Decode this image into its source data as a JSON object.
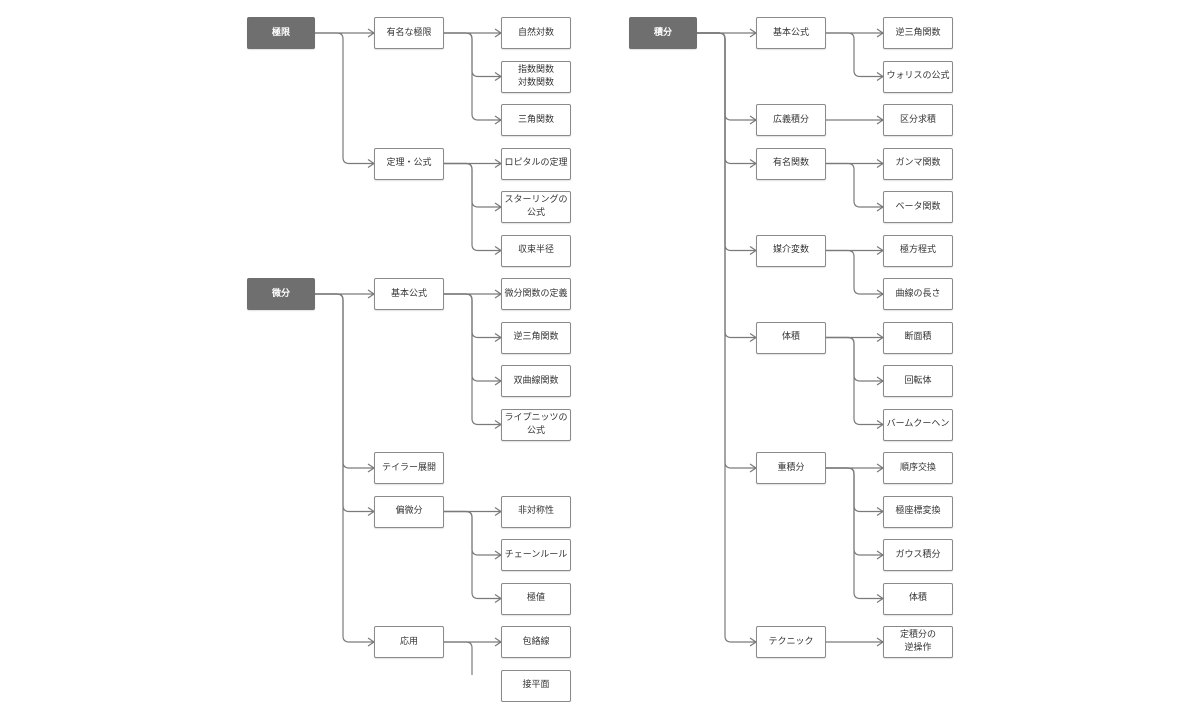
{
  "diagram": {
    "line_color": "#7a7a7a",
    "root_color": "#6f6f6f",
    "trees": [
      {
        "root": "極限",
        "children": [
          {
            "label": "有名な極限",
            "children": [
              "自然対数",
              "指数関数\n対数関数",
              "三角関数"
            ]
          },
          {
            "label": "定理・公式",
            "children": [
              "ロピタルの定理",
              "スターリングの\n公式",
              "収束半径"
            ]
          }
        ]
      },
      {
        "root": "微分",
        "children": [
          {
            "label": "基本公式",
            "children": [
              "微分関数の定義",
              "逆三角関数",
              "双曲線関数",
              "ライプニッツの\n公式"
            ]
          },
          {
            "label": "テイラー展開",
            "children": []
          },
          {
            "label": "偏微分",
            "children": [
              "非対称性",
              "チェーンルール",
              "極値"
            ]
          },
          {
            "label": "応用",
            "children": [
              "包絡線",
              "接平面"
            ]
          }
        ]
      },
      {
        "root": "積分",
        "children": [
          {
            "label": "基本公式",
            "children": [
              "逆三角関数",
              "ウォリスの公式"
            ]
          },
          {
            "label": "広義積分",
            "children": [
              "区分求積"
            ]
          },
          {
            "label": "有名関数",
            "children": [
              "ガンマ関数",
              "ベータ関数"
            ]
          },
          {
            "label": "媒介変数",
            "children": [
              "極方程式",
              "曲線の長さ"
            ]
          },
          {
            "label": "体積",
            "children": [
              "断面積",
              "回転体",
              "バームクーヘン"
            ]
          },
          {
            "label": "重積分",
            "children": [
              "順序交換",
              "極座標変換",
              "ガウス積分",
              "体積"
            ]
          },
          {
            "label": "テクニック",
            "children": [
              "定積分の\n逆操作"
            ]
          }
        ]
      }
    ]
  }
}
